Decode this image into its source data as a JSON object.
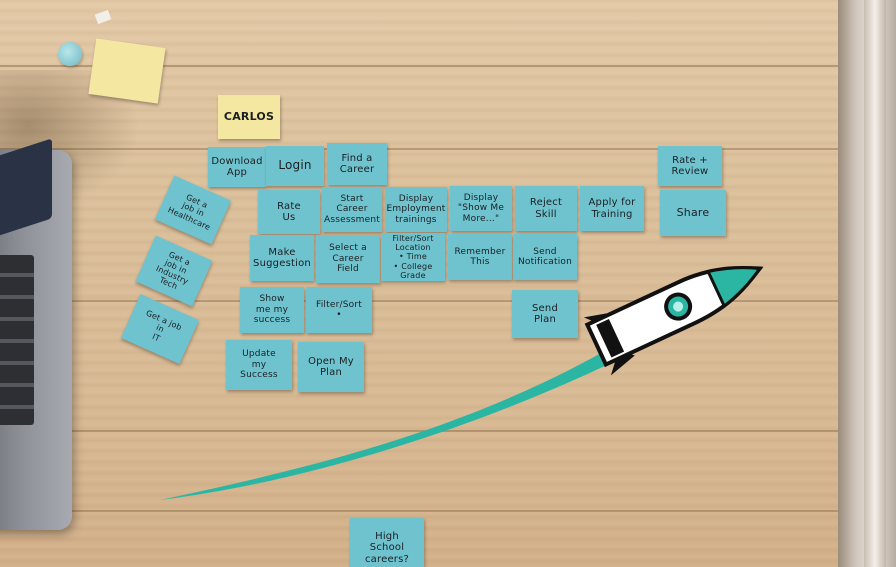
{
  "notes": {
    "carlos": "CARLOS",
    "download_app": "Download\nApp",
    "login": "Login",
    "find_career": "Find a\nCareer",
    "rate_us": "Rate\nUs",
    "start_career_assessment": "Start\nCareer\nAssessment",
    "display_employment": "Display\nEmployment\ntrainings",
    "display_show_me_more": "Display\n\"Show Me\nMore...\"",
    "reject_skill": "Reject\nSkill",
    "apply_for_training": "Apply for\nTraining",
    "rate_review": "Rate +\nReview",
    "share": "Share",
    "make_suggestion": "Make\nSuggestion",
    "select_career_field": "Select a\nCareer\nField",
    "filter_location": "Filter/Sort\nLocation\n• Time\n• College Grade",
    "remember_this": "Remember\nThis",
    "send_notification": "Send\nNotification",
    "show_me_my_success": "Show\nme my\nsuccess",
    "filter_sort": "Filter/Sort\n•",
    "send_plan": "Send\nPlan",
    "update_my_success": "Update\nmy\nSuccess",
    "open_my_plan": "Open My\nPlan",
    "get_job_healthcare": "Get a\njob in\nHealthcare",
    "get_job_industry": "Get a\njob in\nIndustry\nTech",
    "get_job_it": "Get a job\nin\nIT",
    "high_school": "High\nSchool\ncareers?"
  },
  "colors": {
    "sticky_blue": "#6fc3cf",
    "sticky_yellow": "#f4e7a2",
    "rocket_teal": "#2bb5a3",
    "table_wood": "#dcc09b"
  }
}
